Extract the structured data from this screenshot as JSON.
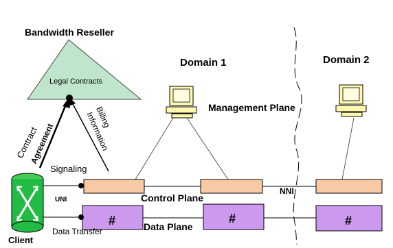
{
  "labels": {
    "bandwidth_reseller": "Bandwidth Reseller",
    "legal_contracts": "Legal Contracts",
    "domain1": "Domain 1",
    "domain2": "Domain 2",
    "management_plane": "Management Plane",
    "contract": "Contract",
    "agreement": "Agreement",
    "billing": "Billing",
    "information": "Information",
    "signaling": "Signaling",
    "uni": "UNI",
    "nni": "NNI",
    "control_plane": "Control Plane",
    "data_plane": "Data Plane",
    "data_transfer": "Data Transfer",
    "client": "Client",
    "hash1": "#",
    "hash2": "#",
    "hash3": "#"
  },
  "colors": {
    "triangle": "#bfe6cc",
    "control_box": "#f7c9a4",
    "data_box": "#cc99ee",
    "client": "#22bb44",
    "monitor": "#fff9b0"
  },
  "icons": [
    "computer-icon",
    "router-icon"
  ]
}
